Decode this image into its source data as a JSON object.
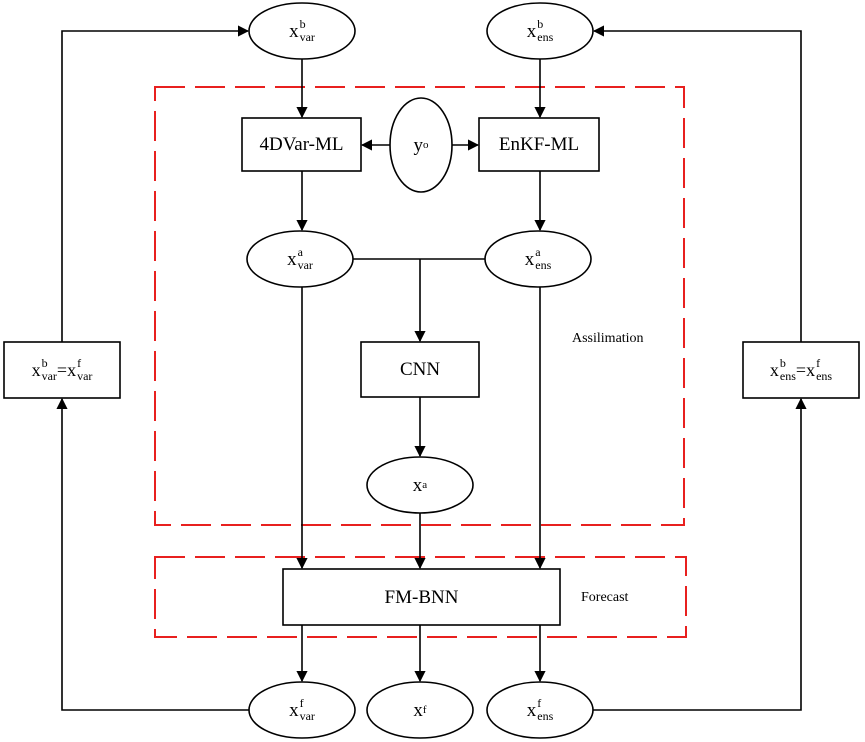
{
  "nodes": {
    "xb_var": {
      "base": "x",
      "sup": "b",
      "sub": "var"
    },
    "xb_ens": {
      "base": "x",
      "sup": "b",
      "sub": "ens"
    },
    "fourdvar": {
      "text": "4DVar-ML"
    },
    "yo": {
      "base": "y",
      "sup": "o"
    },
    "enkf": {
      "text": "EnKF-ML"
    },
    "xa_var": {
      "base": "x",
      "sup": "a",
      "sub": "var"
    },
    "xa_ens": {
      "base": "x",
      "sup": "a",
      "sub": "ens"
    },
    "cnn": {
      "text": "CNN"
    },
    "xa": {
      "base": "x",
      "sup": "a"
    },
    "fmbnn": {
      "text": "FM-BNN"
    },
    "xf_var": {
      "base": "x",
      "sup": "f",
      "sub": "var"
    },
    "xf": {
      "base": "x",
      "sup": "f"
    },
    "xf_ens": {
      "base": "x",
      "sup": "f",
      "sub": "ens"
    },
    "left_update": {
      "base1": "x",
      "sup1": "b",
      "sub1": "var",
      "eq": "=",
      "base2": "x",
      "sup2": "f",
      "sub2": "var"
    },
    "right_update": {
      "base1": "x",
      "sup1": "b",
      "sub1": "ens",
      "eq": "=",
      "base2": "x",
      "sup2": "f",
      "sub2": "ens"
    }
  },
  "regions": {
    "assimilation": "Assilimation",
    "forecast": "Forecast"
  },
  "colors": {
    "region_border": "#e8201f",
    "stroke": "#000000"
  }
}
